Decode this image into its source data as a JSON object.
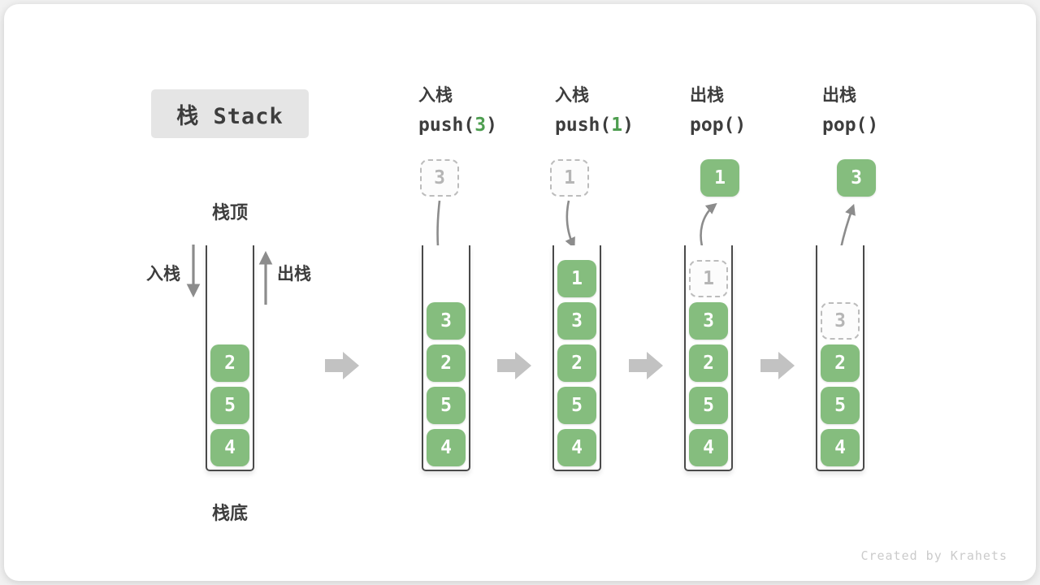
{
  "title": "栈 Stack",
  "stack_labels": {
    "top": "栈顶",
    "bottom": "栈底",
    "push_side": "入栈",
    "pop_side": "出栈"
  },
  "footer": "Created by Krahets",
  "colors": {
    "accent_green": "#85bd7e",
    "code_arg_green": "#4e9e50",
    "arrow_gray": "#8c8c8c",
    "block_arrow_gray": "#c2c2c2",
    "dashed_gray": "#bcbcbc",
    "container_stroke": "#4a4a4a",
    "title_bg": "#e5e5e5",
    "text_dark": "#3d3d3d",
    "footer_gray": "#cbcbcb"
  },
  "stages": [
    {
      "name": "initial",
      "header": null,
      "above": null,
      "cells": [
        {
          "value": "2",
          "variant": "solid"
        },
        {
          "value": "5",
          "variant": "solid"
        },
        {
          "value": "4",
          "variant": "solid"
        }
      ]
    },
    {
      "name": "push-3",
      "header": {
        "title": "入栈",
        "code_before": "push(",
        "code_arg": "3",
        "code_after": ")"
      },
      "above": {
        "value": "3",
        "variant": "dashed"
      },
      "cells": [
        {
          "value": "3",
          "variant": "solid"
        },
        {
          "value": "2",
          "variant": "solid"
        },
        {
          "value": "5",
          "variant": "solid"
        },
        {
          "value": "4",
          "variant": "solid"
        }
      ]
    },
    {
      "name": "push-1",
      "header": {
        "title": "入栈",
        "code_before": "push(",
        "code_arg": "1",
        "code_after": ")"
      },
      "above": {
        "value": "1",
        "variant": "dashed"
      },
      "cells": [
        {
          "value": "1",
          "variant": "solid"
        },
        {
          "value": "3",
          "variant": "solid"
        },
        {
          "value": "2",
          "variant": "solid"
        },
        {
          "value": "5",
          "variant": "solid"
        },
        {
          "value": "4",
          "variant": "solid"
        }
      ]
    },
    {
      "name": "pop-1",
      "header": {
        "title": "出栈",
        "code_before": "pop(",
        "code_arg": "",
        "code_after": ")"
      },
      "above": {
        "value": "1",
        "variant": "solid"
      },
      "cells": [
        {
          "value": "1",
          "variant": "dashed"
        },
        {
          "value": "3",
          "variant": "solid"
        },
        {
          "value": "2",
          "variant": "solid"
        },
        {
          "value": "5",
          "variant": "solid"
        },
        {
          "value": "4",
          "variant": "solid"
        }
      ]
    },
    {
      "name": "pop-3",
      "header": {
        "title": "出栈",
        "code_before": "pop(",
        "code_arg": "",
        "code_after": ")"
      },
      "above": {
        "value": "3",
        "variant": "solid"
      },
      "cells": [
        {
          "value": "3",
          "variant": "dashed"
        },
        {
          "value": "2",
          "variant": "solid"
        },
        {
          "value": "5",
          "variant": "solid"
        },
        {
          "value": "4",
          "variant": "solid"
        }
      ]
    }
  ]
}
